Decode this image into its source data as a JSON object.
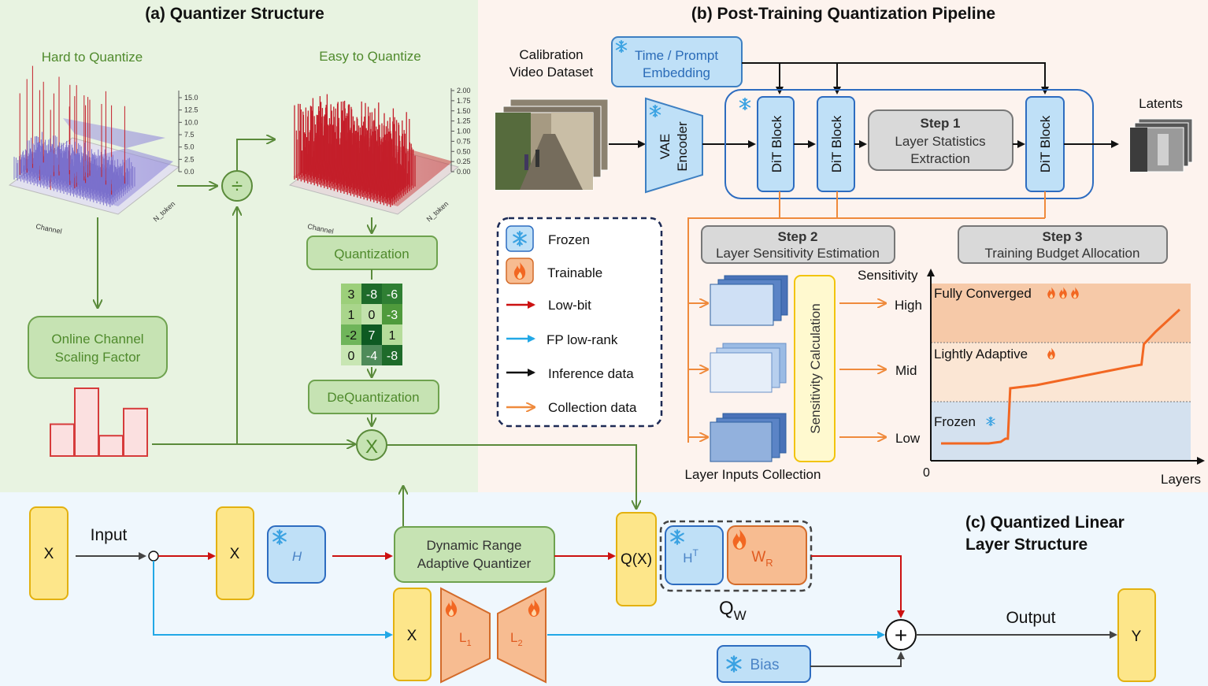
{
  "panel_a": {
    "title": "(a) Quantizer Structure",
    "hard_label": "Hard to Quantize",
    "easy_label": "Easy to Quantize",
    "hard_axis_channel": "Channel",
    "hard_axis_token": "N_token",
    "easy_axis_channel": "Channel",
    "easy_axis_token": "N_token",
    "hard_ticks": [
      "15.0",
      "12.5",
      "10.0",
      "7.5",
      "5.0",
      "2.5",
      "0.0"
    ],
    "easy_ticks": [
      "2.00",
      "1.75",
      "1.50",
      "1.25",
      "1.00",
      "0.75",
      "0.50",
      "0.25",
      "0.00"
    ],
    "divide_symbol": "÷",
    "multiply_symbol": "X",
    "scaling_line1": "Online Channel",
    "scaling_line2": "Scaling Factor",
    "quantization": "Quantization",
    "dequantization": "DeQuantization",
    "matrix": [
      [
        "3",
        "-8",
        "-6"
      ],
      [
        "1",
        "0",
        "-3"
      ],
      [
        "-2",
        "7",
        "1"
      ],
      [
        "0",
        "-4",
        "-8"
      ]
    ],
    "scaling_bars": [
      0.47,
      1.0,
      0.3,
      0.7
    ]
  },
  "panel_b": {
    "title": "(b) Post-Training Quantization Pipeline",
    "calib_line1": "Calibration",
    "calib_line2": "Video Dataset",
    "time_line1": "Time / Prompt",
    "time_line2": "Embedding",
    "vae_line1": "VAE",
    "vae_line2": "Encoder",
    "dit_block": "DiT Block",
    "step1_title": "Step 1",
    "step1_line1": "Layer Statistics",
    "step1_line2": "Extraction",
    "latents": "Latents",
    "step2_title": "Step 2",
    "step2_sub": "Layer Sensitivity Estimation",
    "step3_title": "Step 3",
    "step3_sub": "Training Budget Allocation",
    "sensitivity_calc": "Sensitivity Calculation",
    "layer_inputs": "Layer Inputs Collection",
    "high": "High",
    "mid": "Mid",
    "low": "Low",
    "legend": {
      "frozen": "Frozen",
      "trainable": "Trainable",
      "low_bit": "Low-bit",
      "fp_low_rank": "FP low-rank",
      "inference": "Inference data",
      "collection": "Collection data"
    },
    "colors": {
      "low_bit": "#cc1111",
      "fp_low_rank": "#22a8e6",
      "inference": "#111111",
      "collection": "#ef8a3c"
    }
  },
  "chart_data": {
    "type": "line",
    "ylabel": "Sensitivity",
    "xlabel": "Layers",
    "origin_label": "0",
    "zones": [
      {
        "name": "Fully Converged",
        "icon": "flame-icon-x3",
        "color": "#f6c9a8"
      },
      {
        "name": "Lightly Adaptive",
        "icon": "flame-icon",
        "color": "#fbe6d4"
      },
      {
        "name": "Frozen",
        "icon": "snowflake-icon",
        "color": "#d4e1ef"
      }
    ],
    "series": [
      {
        "values": [
          [
            0,
            0.05
          ],
          [
            0.2,
            0.05
          ],
          [
            0.25,
            0.06
          ],
          [
            0.27,
            0.08
          ],
          [
            0.28,
            0.08
          ],
          [
            0.29,
            0.4
          ],
          [
            0.4,
            0.42
          ],
          [
            0.5,
            0.45
          ],
          [
            0.6,
            0.48
          ],
          [
            0.7,
            0.51
          ],
          [
            0.8,
            0.54
          ],
          [
            0.84,
            0.55
          ],
          [
            0.85,
            0.68
          ],
          [
            0.9,
            0.76
          ],
          [
            0.95,
            0.83
          ],
          [
            1.0,
            0.9
          ]
        ]
      }
    ],
    "xlim": [
      0,
      1
    ],
    "ylim": [
      0,
      1
    ]
  },
  "panel_c": {
    "title_line1": "(c) Quantized Linear",
    "title_line2": "Layer Structure",
    "x_label": "X",
    "input": "Input",
    "h_label": "H",
    "ht_label": "H",
    "ht_sup": "T",
    "wr_label": "W",
    "wr_sub": "R",
    "drq_line1": "Dynamic Range",
    "drq_line2": "Adaptive Quantizer",
    "qx": "Q(X)",
    "qw": "Q",
    "qw_sub": "W",
    "l1": "L",
    "l1_sub": "1",
    "l2": "L",
    "l2_sub": "2",
    "bias": "Bias",
    "output": "Output",
    "y": "Y",
    "plus": "+"
  }
}
